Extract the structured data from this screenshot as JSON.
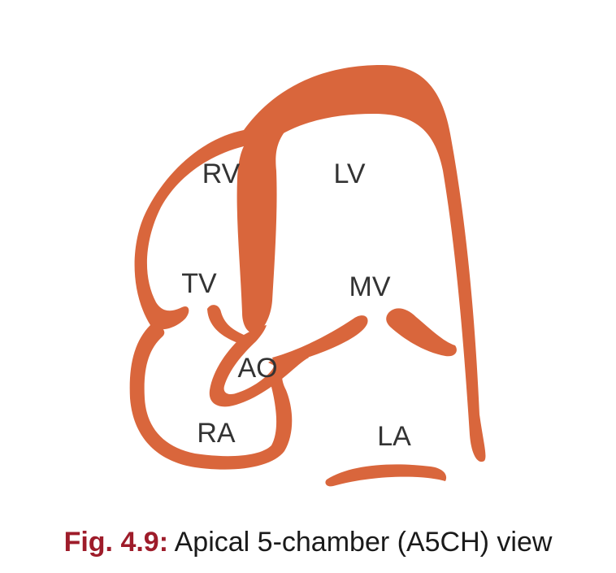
{
  "diagram": {
    "labels": {
      "rv": "RV",
      "lv": "LV",
      "tv": "TV",
      "mv": "MV",
      "ao": "AO",
      "ra": "RA",
      "la": "LA"
    },
    "colors": {
      "wall": "#D9663C",
      "label": "#333333",
      "figure_number": "#9E1C2A"
    }
  },
  "caption": {
    "figure_number": "Fig. 4.9:",
    "text": "Apical 5-chamber (A5CH) view"
  }
}
